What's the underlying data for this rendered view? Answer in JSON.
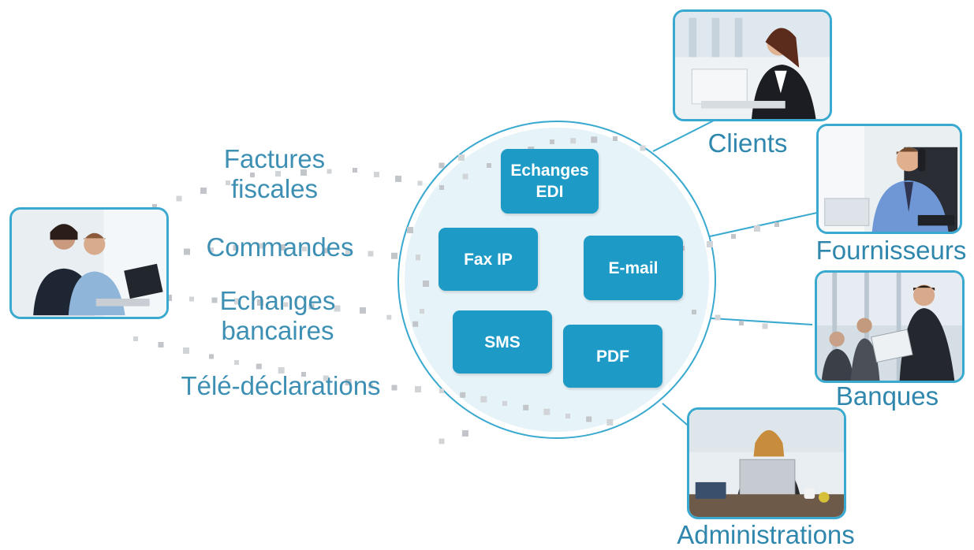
{
  "flows": {
    "factures": "Factures\nfiscales",
    "commandes": "Commandes",
    "echanges_bancaires": "Echanges\nbancaires",
    "teledeclarations": "Télé-déclarations"
  },
  "channels": {
    "edi": "Echanges\nEDI",
    "fax": "Fax IP",
    "email": "E-mail",
    "sms": "SMS",
    "pdf": "PDF"
  },
  "partners": {
    "clients": "Clients",
    "fournisseurs": "Fournisseurs",
    "banques": "Banques",
    "administrations": "Administrations"
  },
  "colors": {
    "accent": "#1d9bc6",
    "frame": "#39a9cf",
    "text": "#3d8fb3",
    "circle_fill": "#e6f3f8"
  }
}
